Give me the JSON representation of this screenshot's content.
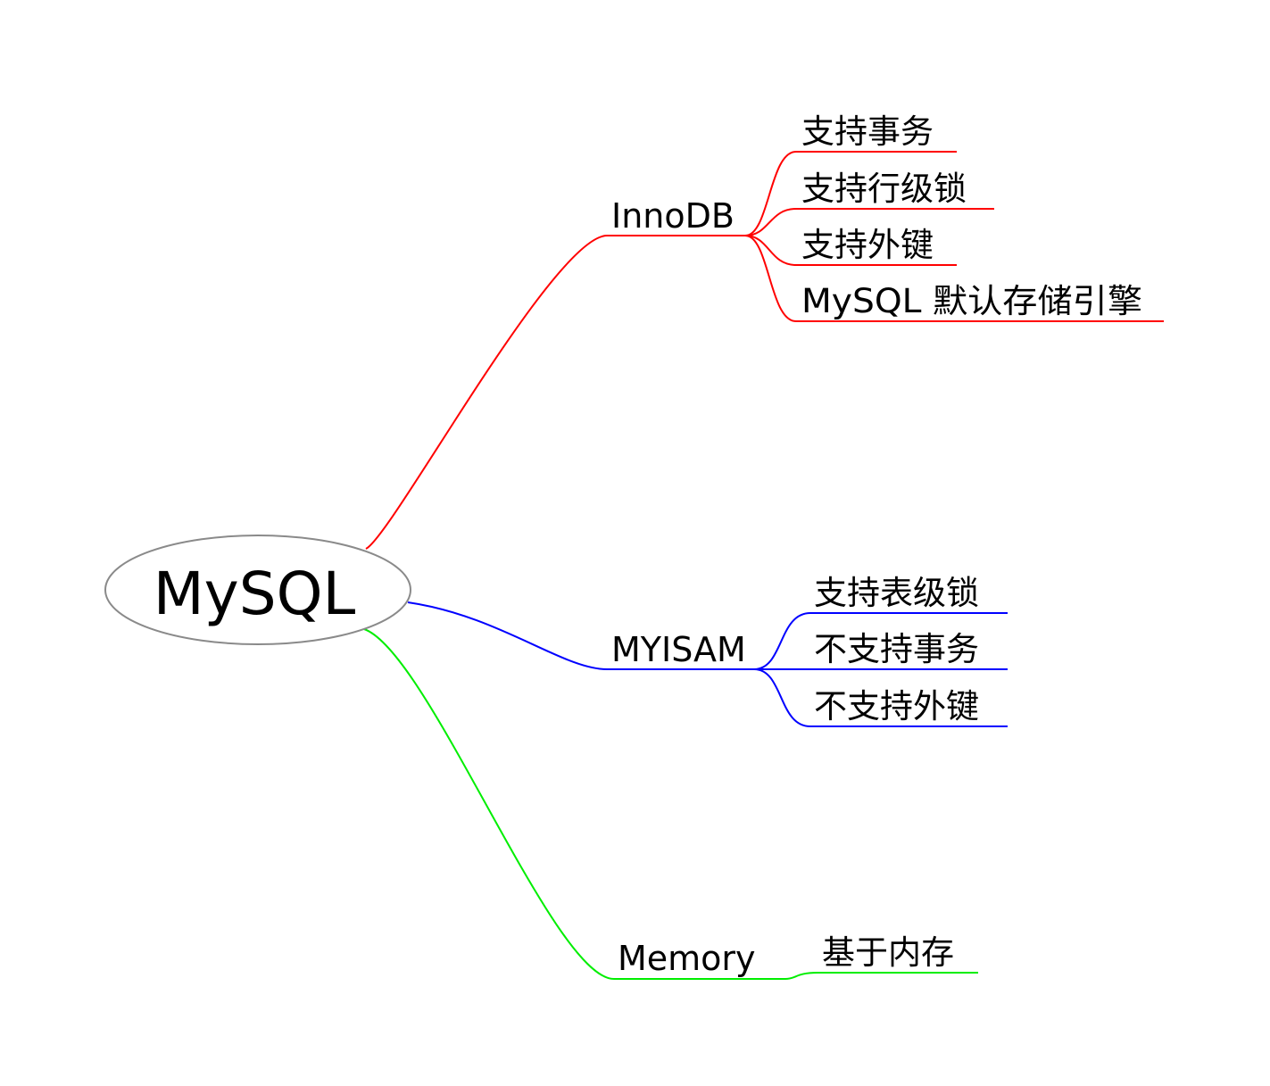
{
  "root": {
    "label": "MySQL",
    "outline_color": "#8a8a8a"
  },
  "branches": [
    {
      "label": "InnoDB",
      "color": "#ff0000",
      "leaves": [
        "支持事务",
        "支持行级锁",
        "支持外键",
        "MySQL 默认存储引擎"
      ]
    },
    {
      "label": "MYISAM",
      "color": "#0000ff",
      "leaves": [
        "支持表级锁",
        "不支持事务",
        "不支持外键"
      ]
    },
    {
      "label": "Memory",
      "color": "#00ee00",
      "leaves": [
        "基于内存"
      ]
    }
  ]
}
